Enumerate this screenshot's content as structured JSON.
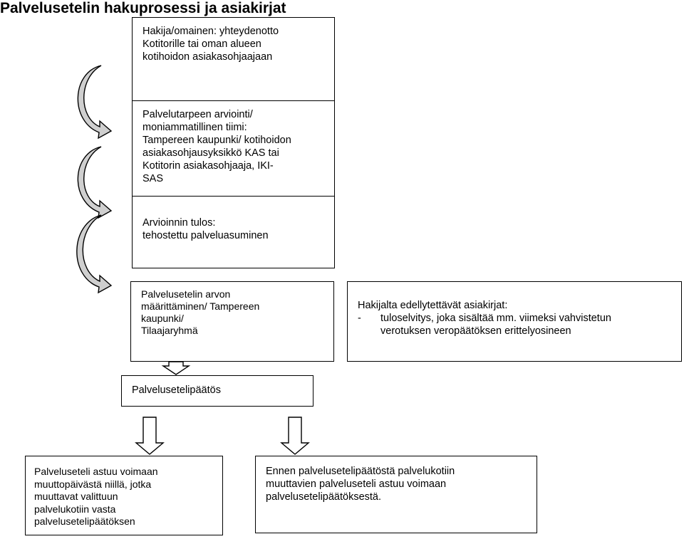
{
  "title": "Palvelusetelin hakuprosessi ja asiakirjat",
  "stack": {
    "section1": [
      "Hakija/omainen: yhteydenotto",
      "Kotitorille tai oman alueen",
      "kotihoidon asiakasohjaajaan"
    ],
    "section2": [
      "Palvelutarpeen arviointi/",
      "moniammatillinen tiimi:",
      "Tampereen kaupunki/ kotihoidon",
      "asiakasohjausyksikkö KAS tai",
      "Kotitorin asiakasohjaaja, IKI-",
      "SAS"
    ],
    "section3": [
      "Arvioinnin tulos:",
      "tehostettu palveluasuminen"
    ]
  },
  "box_arvon": [
    "Palvelusetelin arvon",
    "määrittäminen/ Tampereen",
    "kaupunki/",
    "Tilaajaryhmä"
  ],
  "box_asiakirjat": {
    "heading": "Hakijalta edellytettävät asiakirjat:",
    "bullet_marker": "-",
    "bullet_lines": [
      "tuloselvitys, joka sisältää mm. viimeksi vahvistetun",
      "verotuksen veropäätöksen erittelyosineen"
    ]
  },
  "box_paatos": "Palvelusetelipäätös",
  "box_left": [
    "Palveluseteli astuu voimaan",
    "muuttopäivästä niillä, jotka",
    "muuttavat valittuun",
    "palvelukotiin vasta",
    "palvelusetelipäätöksen"
  ],
  "box_right": [
    "Ennen palvelusetelipäätöstä palvelukotiin",
    "muuttavien palveluseteli astuu voimaan",
    "palvelusetelipäätöksestä."
  ],
  "colors": {
    "curved_arrow_fill": "#cfcfcf",
    "block_arrow_fill": "#ffffff",
    "stroke": "#000000"
  },
  "arrows": [
    "curved-arrow",
    "curved-arrow",
    "curved-arrow",
    "down-block-arrow",
    "down-block-arrow",
    "down-block-arrow"
  ]
}
